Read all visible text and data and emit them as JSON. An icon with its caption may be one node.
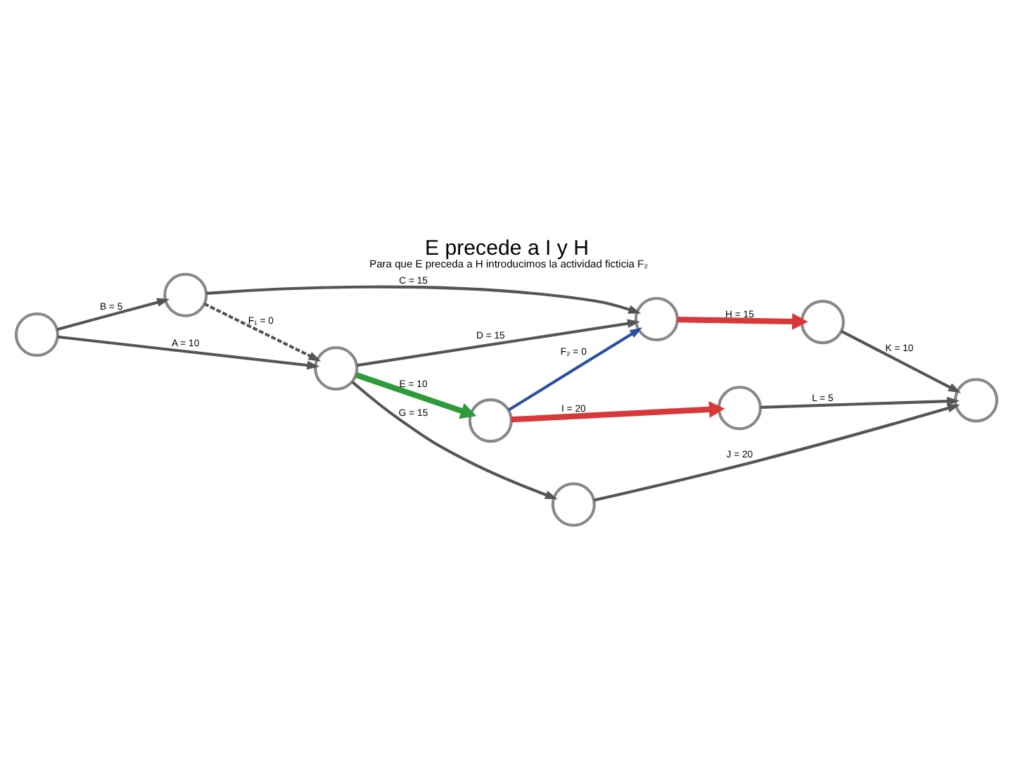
{
  "diagram": {
    "title": "E precede a I y H",
    "caption": "Para que E preceda a H introducimos la actividad ficticia F₂",
    "nodes": [
      {
        "text": [],
        "shape": "circle"
      },
      {
        "text": [],
        "shape": "circle"
      },
      {
        "text": [],
        "shape": "circle"
      },
      {
        "text": [],
        "shape": "circle"
      },
      {
        "text": [],
        "shape": "circle"
      },
      {
        "text": [],
        "shape": "circle"
      },
      {
        "text": [],
        "shape": "circle"
      },
      {
        "text": [],
        "shape": "circle"
      },
      {
        "text": [],
        "shape": "circle"
      }
    ],
    "edges": [
      {
        "from": 0,
        "to": 1,
        "arrow": "to",
        "label": "B = 5"
      },
      {
        "from": 0,
        "to": 2,
        "arrow": "to",
        "label": "A = 10"
      },
      {
        "from": 1,
        "to": 3,
        "arrow": "to",
        "label": "C = 15"
      },
      {
        "from": 1,
        "to": 2,
        "arrow": "to",
        "label": "F₁ = 0",
        "style": "dashed"
      },
      {
        "from": 2,
        "to": 3,
        "arrow": "to",
        "label": "D = 15"
      },
      {
        "from": 2,
        "to": 4,
        "arrow": "to",
        "label": "E = 10",
        "style": "thick",
        "color": "#2e9b3a"
      },
      {
        "from": 2,
        "to": 5,
        "arrow": "to",
        "label": "G = 15"
      },
      {
        "from": 4,
        "to": 3,
        "arrow": "to",
        "label": "F₂ = 0",
        "color": "#2b4fa0"
      },
      {
        "from": 3,
        "to": 6,
        "arrow": "to",
        "label": "H = 15",
        "style": "thick",
        "color": "#d9383a"
      },
      {
        "from": 4,
        "to": 7,
        "arrow": "to",
        "label": "I = 20",
        "style": "thick",
        "color": "#d9383a"
      },
      {
        "from": 6,
        "to": 8,
        "arrow": "to",
        "label": "K = 10"
      },
      {
        "from": 7,
        "to": 8,
        "arrow": "to",
        "label": "L = 5"
      },
      {
        "from": 5,
        "to": 8,
        "arrow": "to",
        "label": "J = 20"
      }
    ]
  }
}
